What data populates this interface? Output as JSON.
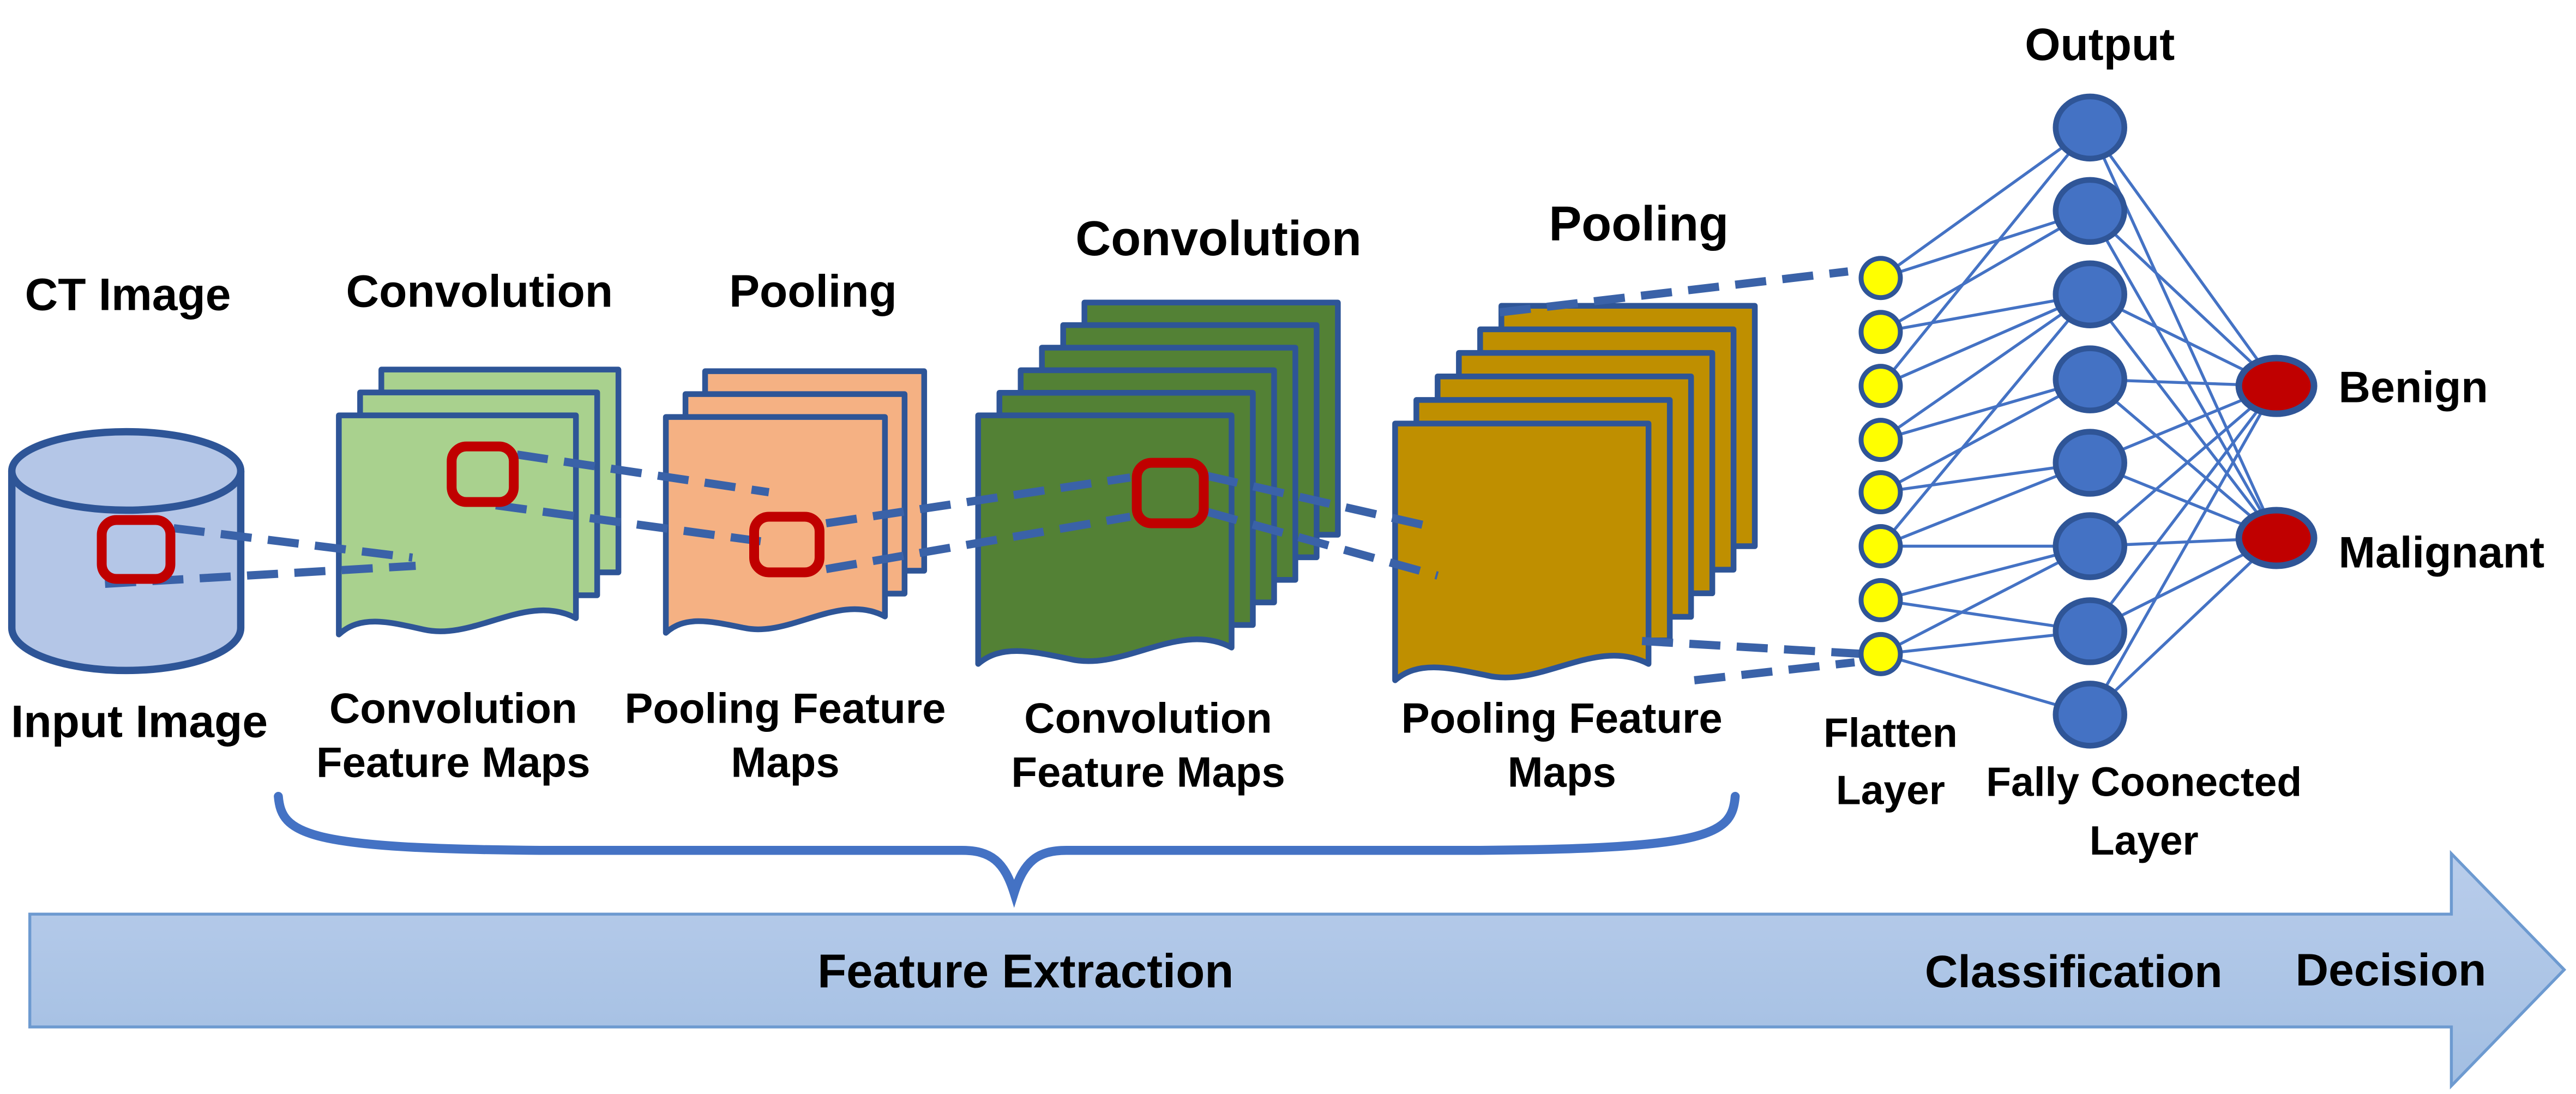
{
  "colors": {
    "background": "#FFFFFF",
    "text": "#000000",
    "page_border": "#2E5597",
    "cylinder_fill": "#B4C6E7",
    "conv1_fill": "#A9D18E",
    "pool1_fill": "#F5B183",
    "conv2_fill": "#538135",
    "pool2_fill": "#BF8F00",
    "flatten_fill": "#FFFF00",
    "fc_fill": "#4472C4",
    "node_border": "#2F5597",
    "output_fill": "#C00000",
    "kernel_stroke": "#C00000",
    "dashed_line": "#3A62A8",
    "connection_line": "#4472C4",
    "arrow_fill_top": "#B9CDEB",
    "arrow_fill_bottom": "#A2BEE2",
    "arrow_border": "#6D9AD0",
    "brace": "#4472C4"
  },
  "stages": {
    "ct_image": "CT Image",
    "convolution1": "Convolution",
    "pooling1": "Pooling",
    "convolution2": "Convolution",
    "pooling2": "Pooling",
    "output": "Output"
  },
  "captions": {
    "input_image": "Input Image",
    "conv1_line1": "Convolution",
    "conv1_line2": "Feature Maps",
    "pool1_line1": "Pooling Feature",
    "pool1_line2": "Maps",
    "conv2_line1": "Convolution",
    "conv2_line2": "Feature Maps",
    "pool2_line1": "Pooling Feature",
    "pool2_line2": "Maps",
    "flatten_line1": "Flatten",
    "flatten_line2": "Layer",
    "fc_line1": "Fally Coonected",
    "fc_line2": "Layer"
  },
  "outputs": {
    "benign": "Benign",
    "malignant": "Malignant"
  },
  "process": {
    "feature_extraction": "Feature Extraction",
    "classification": "Classification",
    "decision": "Decision"
  },
  "network": {
    "conv1_feature_maps": 3,
    "pool1_feature_maps": 3,
    "conv2_feature_maps": 6,
    "pool2_feature_maps": 6,
    "flatten_nodes": 8,
    "fully_connected_nodes": 8,
    "output_nodes": 2
  }
}
